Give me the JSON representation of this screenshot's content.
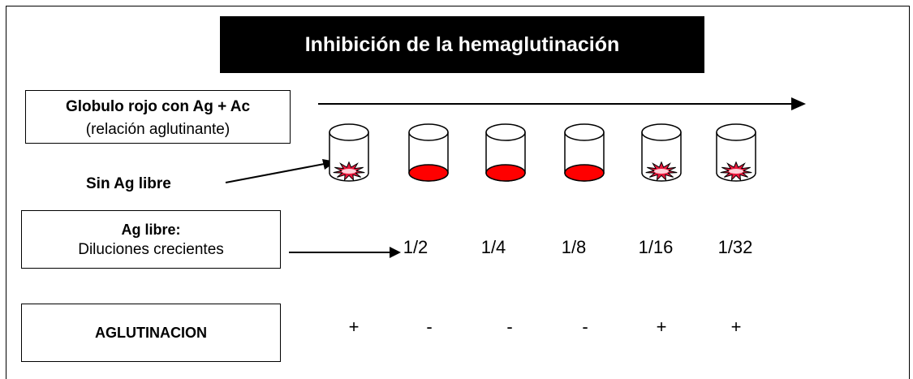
{
  "title": "Inhibición de la hemaglutinación",
  "box_cells": {
    "line1": "Globulo rojo con Ag + Ac",
    "line2": "(relación aglutinante)"
  },
  "label_sin_ag": "Sin Ag libre",
  "box_ag": {
    "line1": "Ag libre:",
    "line2": "Diluciones crecientes"
  },
  "box_aglut": "AGLUTINACION",
  "dilutions": [
    "1/2",
    "1/4",
    "1/8",
    "1/16",
    "1/32"
  ],
  "results": [
    "+",
    "-",
    "-",
    "-",
    "+",
    "+"
  ],
  "tube_states": [
    "agglutinated",
    "sedimented",
    "sedimented",
    "sedimented",
    "agglutinated",
    "agglutinated"
  ],
  "colors": {
    "sediment": "#ff0000",
    "agglutinate": "#e8183c"
  }
}
